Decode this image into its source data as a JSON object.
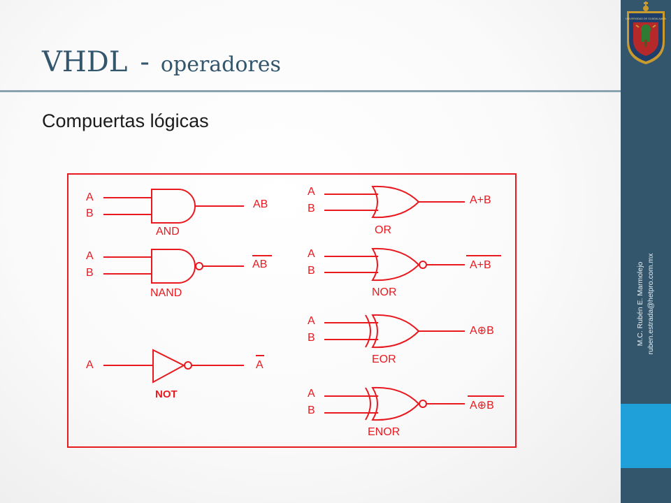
{
  "title": {
    "main": "VHDL",
    "separator": "-",
    "sub": "operadores"
  },
  "subtitle": "Compuertas lógicas",
  "author": {
    "name": "M.C. Rubén E. Marmolejo",
    "email": "ruben.estrada@hetpro.com.mx"
  },
  "logo": {
    "text": "UNIVERSIDAD DE GUADALAJARA"
  },
  "colors": {
    "accent": "#33566d",
    "highlight": "#1fa0d9",
    "diagram": "#e8191f"
  },
  "gates": {
    "and": {
      "label": "AND",
      "in_a": "A",
      "in_b": "B",
      "output": "AB"
    },
    "nand": {
      "label": "NAND",
      "in_a": "A",
      "in_b": "B",
      "output": "AB"
    },
    "not": {
      "label": "NOT",
      "in_a": "A",
      "output": "A"
    },
    "or": {
      "label": "OR",
      "in_a": "A",
      "in_b": "B",
      "output": "A+B"
    },
    "nor": {
      "label": "NOR",
      "in_a": "A",
      "in_b": "B",
      "output": "A+B"
    },
    "eor": {
      "label": "EOR",
      "in_a": "A",
      "in_b": "B",
      "output": "A⊕B"
    },
    "enor": {
      "label": "ENOR",
      "in_a": "A",
      "in_b": "B",
      "output": "A⊕B"
    }
  }
}
